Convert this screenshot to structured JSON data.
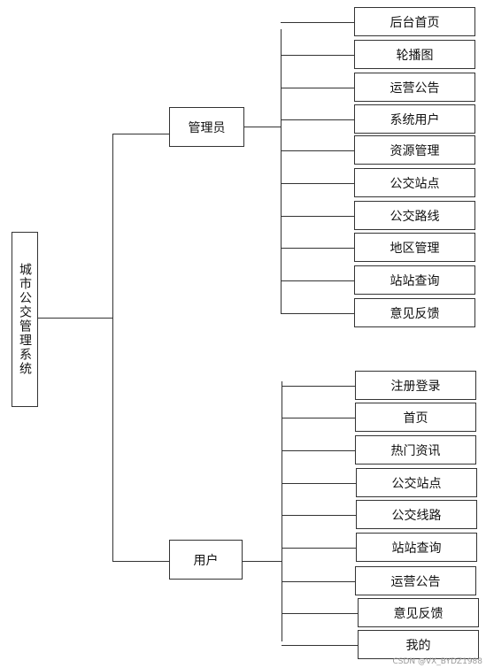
{
  "root": {
    "label": "城市公交管理系统"
  },
  "admin": {
    "label": "管理员",
    "items": [
      "后台首页",
      "轮播图",
      "运营公告",
      "系统用户",
      "资源管理",
      "公交站点",
      "公交路线",
      "地区管理",
      "站站查询",
      "意见反馈"
    ]
  },
  "user": {
    "label": "用户",
    "items": [
      "注册登录",
      "首页",
      "热门资讯",
      "公交站点",
      "公交线路",
      "站站查询",
      "运营公告",
      "意见反馈",
      "我的"
    ]
  },
  "watermark": "CSDN @VX_BYDZ1988"
}
